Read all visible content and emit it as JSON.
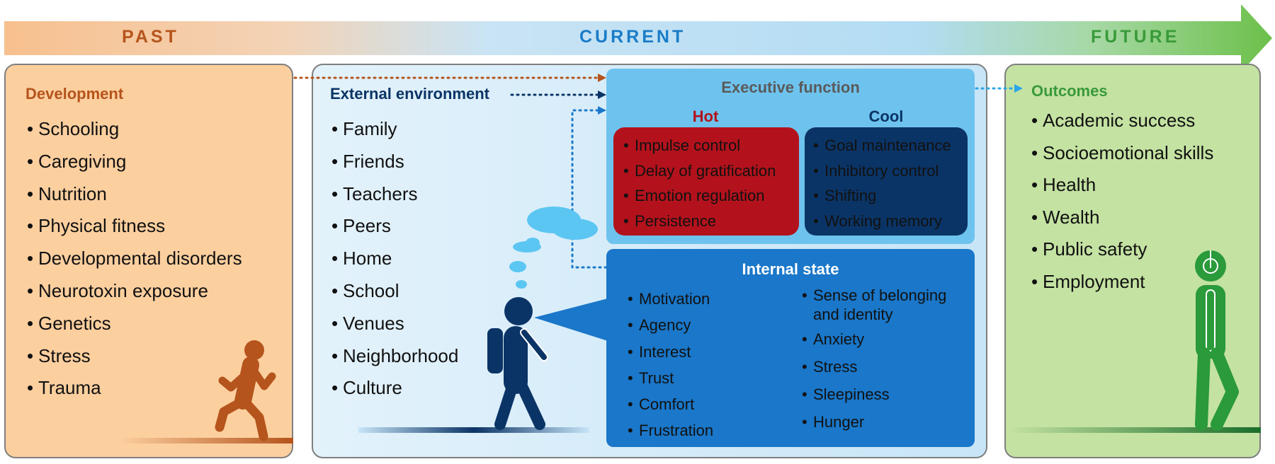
{
  "timeline": {
    "past": "PAST",
    "current": "CURRENT",
    "future": "FUTURE"
  },
  "development": {
    "title": "Development",
    "items": [
      "Schooling",
      "Caregiving",
      "Nutrition",
      "Physical fitness",
      "Developmental disorders",
      "Neurotoxin exposure",
      "Genetics",
      "Stress",
      "Trauma"
    ]
  },
  "external": {
    "title": "External environment",
    "items": [
      "Family",
      "Friends",
      "Teachers",
      "Peers",
      "Home",
      "School",
      "Venues",
      "Neighborhood",
      "Culture"
    ]
  },
  "executive": {
    "title": "Executive function",
    "hot": {
      "title": "Hot",
      "items": [
        "Impulse control",
        "Delay of gratification",
        "Emotion regulation",
        "Persistence"
      ]
    },
    "cool": {
      "title": "Cool",
      "items": [
        "Goal maintenance",
        "Inhibitory control",
        "Shifting",
        "Working memory"
      ]
    }
  },
  "internal": {
    "title": "Internal state",
    "left_items": [
      "Motivation",
      "Agency",
      "Interest",
      "Trust",
      "Comfort",
      "Frustration"
    ],
    "right_items": [
      "Sense of belonging and identity",
      "Anxiety",
      "Stress",
      "Sleepiness",
      "Hunger"
    ]
  },
  "outcomes": {
    "title": "Outcomes",
    "items": [
      "Academic success",
      "Socioemotional skills",
      "Health",
      "Wealth",
      "Public safety",
      "Employment"
    ]
  },
  "colors": {
    "past": "#b5541c",
    "current": "#1a7cc7",
    "future": "#3a9a3a",
    "hot_box": "#b3121c",
    "cool_box": "#0b3466",
    "executive_bg": "#6ec3ee",
    "internal_bg": "#1a77c9"
  }
}
